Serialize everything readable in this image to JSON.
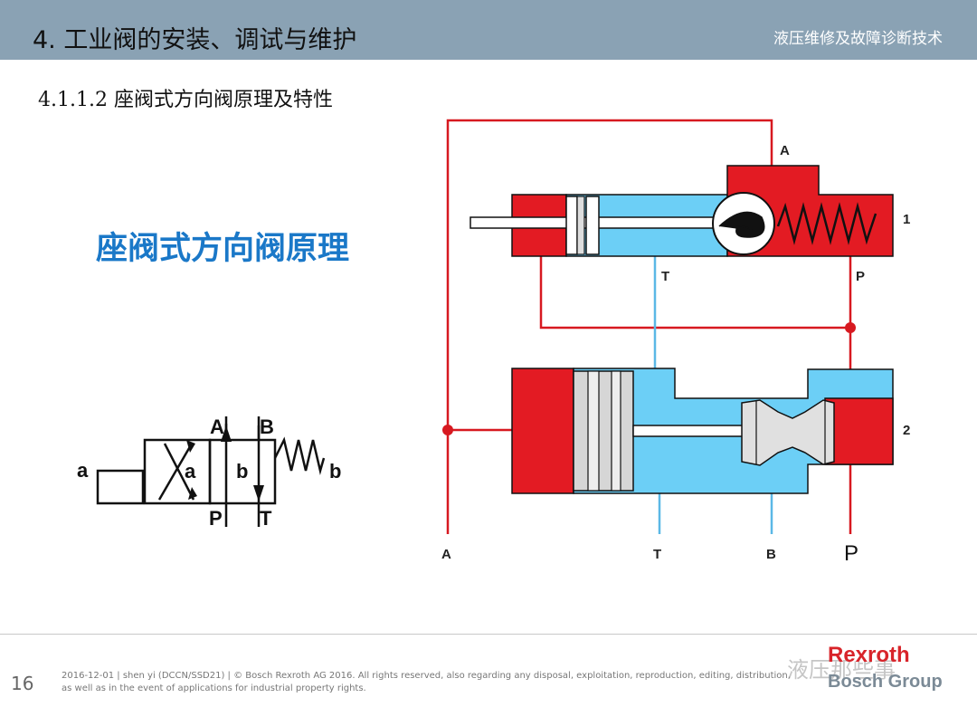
{
  "header": {
    "title": "4. 工业阀的安装、调试与维护",
    "right_title": "液压维修及故障诊断技术",
    "bg_color": "#8aa2b4"
  },
  "subtitle": "4.1.1.2 座阀式方向阀原理及特性",
  "main_title": "座阀式方向阀原理",
  "symbol": {
    "ports_top": [
      "A",
      "B"
    ],
    "ports_bottom": [
      "P",
      "T"
    ],
    "side_left": "a",
    "side_right": "b",
    "pos_left": "a",
    "pos_right": "b"
  },
  "diagram": {
    "valve1": "1",
    "valve2": "2",
    "port_A_top": "A",
    "port_T_upper": "T",
    "port_P_upper": "P",
    "bottom_ports": [
      "A",
      "T",
      "B",
      "P"
    ],
    "colors": {
      "pressure": "#e31b23",
      "tank": "#6ccff6",
      "line_red": "#d71920",
      "line_blue": "#5bb8e6"
    }
  },
  "footer": {
    "page_number": "16",
    "line1": "2016-12-01 | shen yi (DCCN/SSD21) | © Bosch Rexroth AG 2016. All rights reserved, also regarding any disposal, exploitation, reproduction, editing, distribution,",
    "line2": "as well as in the event of applications for industrial property rights.",
    "brand": "Rexroth",
    "group": "Bosch Group",
    "watermark": "液压那些事"
  }
}
